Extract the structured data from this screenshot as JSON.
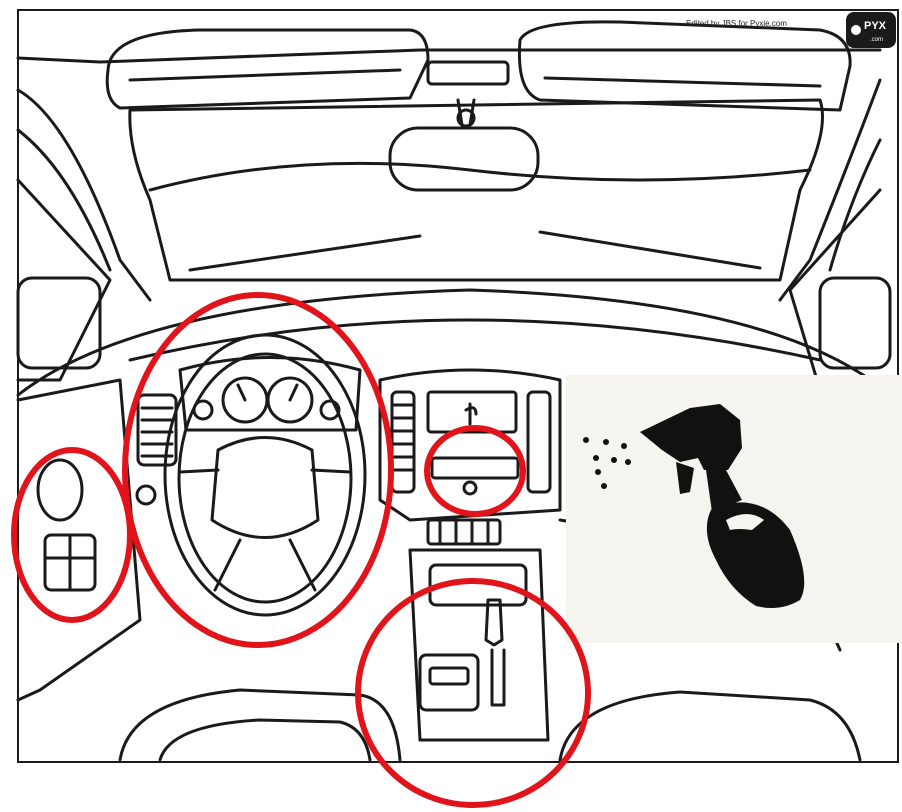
{
  "illustration": {
    "subject": "car interior line drawing",
    "credit_text": "Edited by JBS for Pyxie.com",
    "logo_text": "PYX",
    "logo_sub": ".com"
  },
  "highlights": [
    {
      "target": "door-window-controls"
    },
    {
      "target": "steering-wheel"
    },
    {
      "target": "center-dash-controls"
    },
    {
      "target": "center-console-gear"
    }
  ],
  "inset": {
    "subject": "spray bottle icon"
  },
  "colors": {
    "line": "#1a1a1a",
    "highlight": "#e0141a",
    "inset_bg": "#f5f4ee",
    "page": "#ffffff"
  }
}
